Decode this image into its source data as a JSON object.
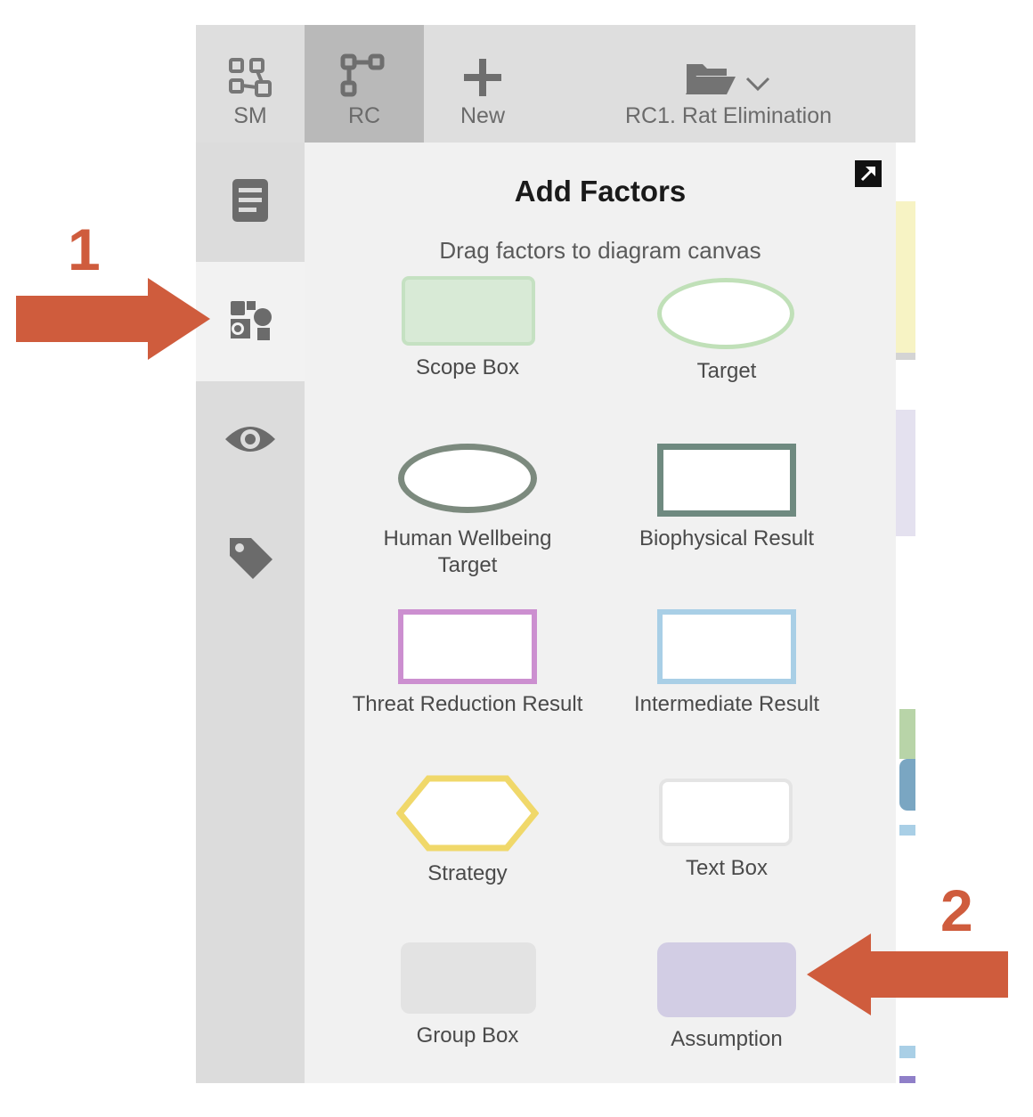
{
  "toolbar": {
    "sm_label": "SM",
    "rc_label": "RC",
    "new_label": "New",
    "diagram_label": "RC1. Rat Elimination"
  },
  "sidebar": {
    "items": [
      {
        "icon": "document-icon"
      },
      {
        "icon": "puzzle-factors-icon",
        "active": true
      },
      {
        "icon": "eye-icon"
      },
      {
        "icon": "tag-icon"
      }
    ]
  },
  "panel": {
    "title": "Add Factors",
    "subtitle": "Drag factors to diagram canvas",
    "factors": [
      {
        "label": "Scope Box",
        "shape": "rounded-rect",
        "color": "#c5e1c2",
        "fill": "#d8ead6"
      },
      {
        "label": "Target",
        "shape": "ellipse",
        "color": "#c0e0b8",
        "fill": "#ffffff"
      },
      {
        "label": "Human Wellbeing Target",
        "shape": "ellipse",
        "color": "#7c8a7e",
        "fill": "#ffffff"
      },
      {
        "label": "Biophysical Result",
        "shape": "rect",
        "color": "#6f8a80",
        "fill": "#ffffff"
      },
      {
        "label": "Threat Reduction Result",
        "shape": "rect",
        "color": "#cc8fd0",
        "fill": "#ffffff"
      },
      {
        "label": "Intermediate Result",
        "shape": "rect",
        "color": "#a9cfe6",
        "fill": "#ffffff"
      },
      {
        "label": "Strategy",
        "shape": "hexagon",
        "color": "#f0d86a",
        "fill": "#ffffff"
      },
      {
        "label": "Text Box",
        "shape": "rounded-rect",
        "color": "#e4e4e4",
        "fill": "#ffffff"
      },
      {
        "label": "Group Box",
        "shape": "rounded-rect",
        "color": "#e3e3e3",
        "fill": "#e3e3e3"
      },
      {
        "label": "Assumption",
        "shape": "rounded-rect",
        "color": "#d2cde4",
        "fill": "#d2cde4"
      }
    ]
  },
  "annotations": {
    "marker_1": "1",
    "marker_2": "2",
    "arrow_color": "#cf5c3d"
  }
}
